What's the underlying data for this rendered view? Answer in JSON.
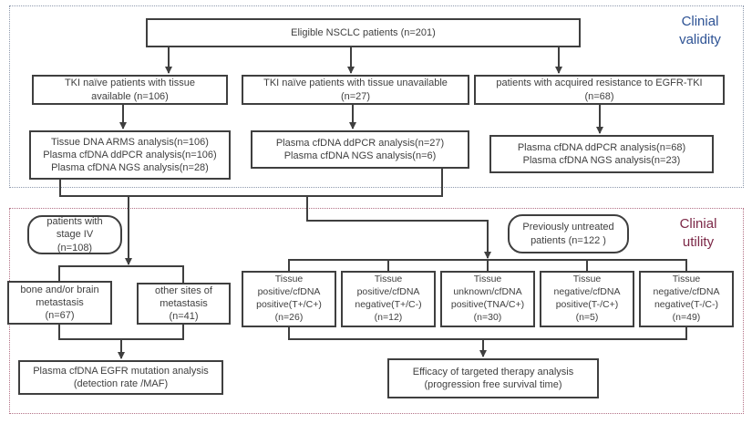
{
  "regions": {
    "validity": {
      "label": "Clinial\nvalidity"
    },
    "utility": {
      "label": "Clinial\nutility"
    }
  },
  "nodes": {
    "eligible": "Eligible NSCLC patients (n=201)",
    "tki_available": "TKI naïve patients with tissue\navailable (n=106)",
    "tki_unavailable": "TKI naïve patients with tissue unavailable\n(n=27)",
    "acquired_resistance": "patients with acquired resistance to EGFR-TKI\n(n=68)",
    "analysis_available": "Tissue DNA ARMS analysis(n=106)\nPlasma cfDNA ddPCR analysis(n=106)\nPlasma cfDNA NGS analysis(n=28)",
    "analysis_unavailable": "Plasma cfDNA ddPCR analysis(n=27)\nPlasma cfDNA NGS analysis(n=6)",
    "analysis_resistance": "Plasma cfDNA ddPCR analysis(n=68)\nPlasma cfDNA NGS analysis(n=23)",
    "stage_iv": "patients with\nstage IV\n(n=108)",
    "previously_untreated": "Previously untreated\npatients (n=122 )",
    "bone_brain_metastasis": "bone and/or brain\nmetastasis\n(n=67)",
    "other_metastasis": "other sites of\nmetastasis\n(n=41)",
    "t_pos_c_pos": "Tissue\npositive/cfDNA\npositive(T+/C+)\n(n=26)",
    "t_pos_c_neg": "Tissue\npositive/cfDNA\nnegative(T+/C-)\n(n=12)",
    "t_unk_c_pos": "Tissue\nunknown/cfDNA\npositive(TNA/C+)\n(n=30)",
    "t_neg_c_pos": "Tissue\nnegative/cfDNA\npositive(T-/C+)\n(n=5)",
    "t_neg_c_neg": "Tissue\nnegative/cfDNA\nnegative(T-/C-)\n(n=49)",
    "egfr_mutation_analysis": "Plasma cfDNA EGFR mutation analysis\n(detection rate /MAF)",
    "efficacy_analysis": "Efficacy of targeted therapy analysis\n(progression free survival time)"
  },
  "colors": {
    "background": "#ffffff",
    "line": "#3f3f3f",
    "text": "#3f3f3f",
    "validity_border": "#8e99ad",
    "validity_text": "#2d5294",
    "utility_border": "#b37186",
    "utility_text": "#7c2847"
  }
}
